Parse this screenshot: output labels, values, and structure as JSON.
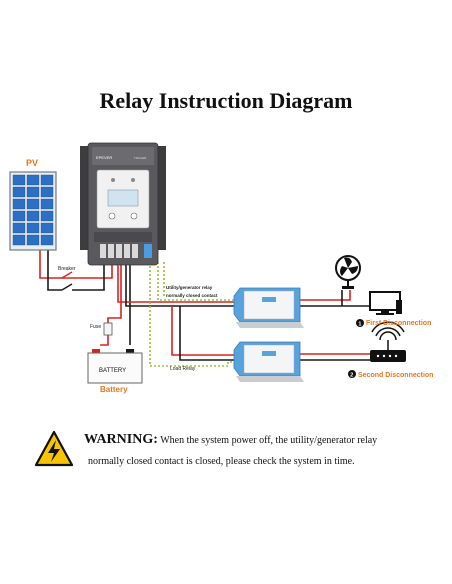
{
  "title": "Relay Instruction Diagram",
  "labels": {
    "pv": "PV",
    "breaker": "Breaker",
    "fuse": "Fuse",
    "battery_box": "BATTERY",
    "battery": "Battery",
    "utility_relay_line1": "Utility/generator relay",
    "utility_relay_line2": "normally closed contact",
    "load_relay": "Load Relay",
    "first_disconnection_num": "1",
    "first_disconnection": "First Disconnection",
    "second_disconnection_num": "2",
    "second_disconnection": "Second Disconnection"
  },
  "warning": {
    "heading": "WARNING:",
    "line1": " When the system power off, the utility/generator relay",
    "line2": "normally closed contact is closed, please check the system in time."
  },
  "colors": {
    "wire_red": "#d9231f",
    "wire_black": "#1a1a1a",
    "wire_relay": "#9bbf3a",
    "accent_orange": "#e87722",
    "controller_body": "#5a5a5e",
    "solar_blue": "#2d6fc4",
    "inverter_blue": "#56a3dd"
  },
  "icons": [
    "solar-panel-icon",
    "charge-controller-icon",
    "battery-icon",
    "inverter-icon",
    "fan-icon",
    "monitor-icon",
    "router-icon",
    "warning-icon"
  ]
}
